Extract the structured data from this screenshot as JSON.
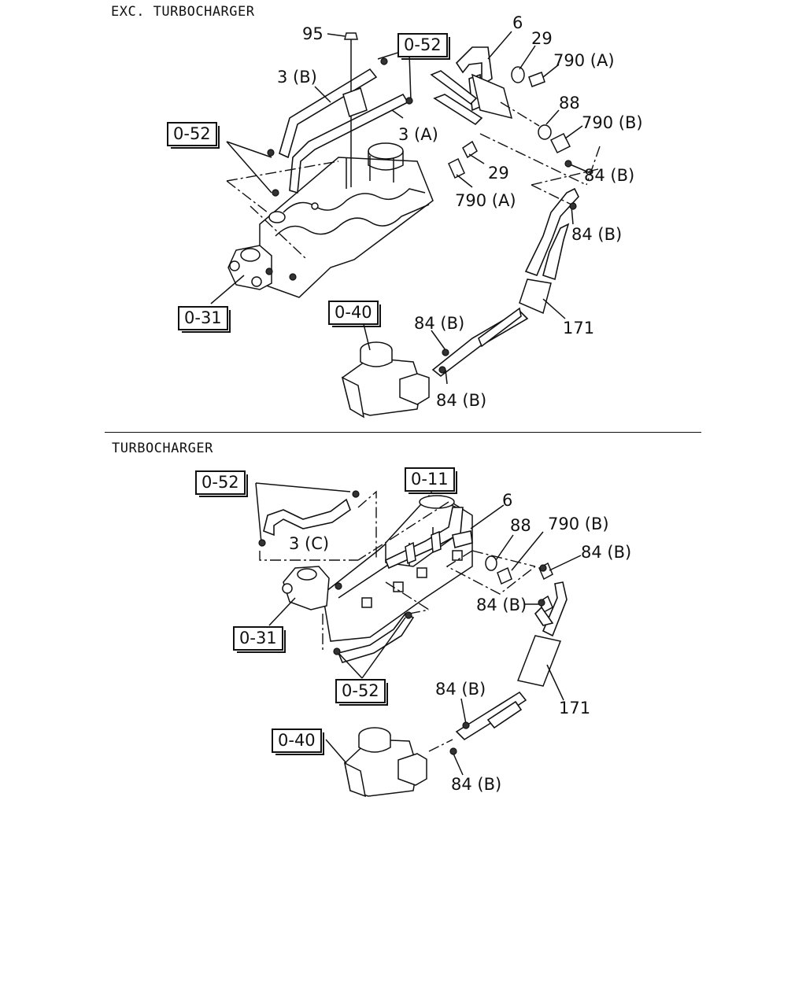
{
  "sections": {
    "top": {
      "title": "EXC. TURBOCHARGER",
      "labels": {
        "p95": "95",
        "p6": "6",
        "p29a": "29",
        "p790a_top": "790 (A)",
        "p3b": "3 (B)",
        "p3a": "3 (A)",
        "p88": "88",
        "p790b": "790 (B)",
        "p29b": "29",
        "p84b_1": "84 (B)",
        "p790a_low": "790 (A)",
        "p84b_2": "84 (B)",
        "p171": "171",
        "p84b_3": "84 (B)",
        "p84b_4": "84 (B)"
      },
      "refs": {
        "r052a": "0-52",
        "r052b": "0-52",
        "r031": "0-31",
        "r040": "0-40"
      }
    },
    "bottom": {
      "title": "TURBOCHARGER",
      "labels": {
        "p6": "6",
        "p3c": "3 (C)",
        "p88": "88",
        "p790b": "790 (B)",
        "p84b_1": "84 (B)",
        "p84b_2": "84 (B)",
        "p171": "171",
        "p84b_3": "84 (B)",
        "p84b_4": "84 (B)"
      },
      "refs": {
        "r052a": "0-52",
        "r011": "0-11",
        "r031": "0-31",
        "r052b": "0-52",
        "r040": "0-40"
      }
    }
  }
}
